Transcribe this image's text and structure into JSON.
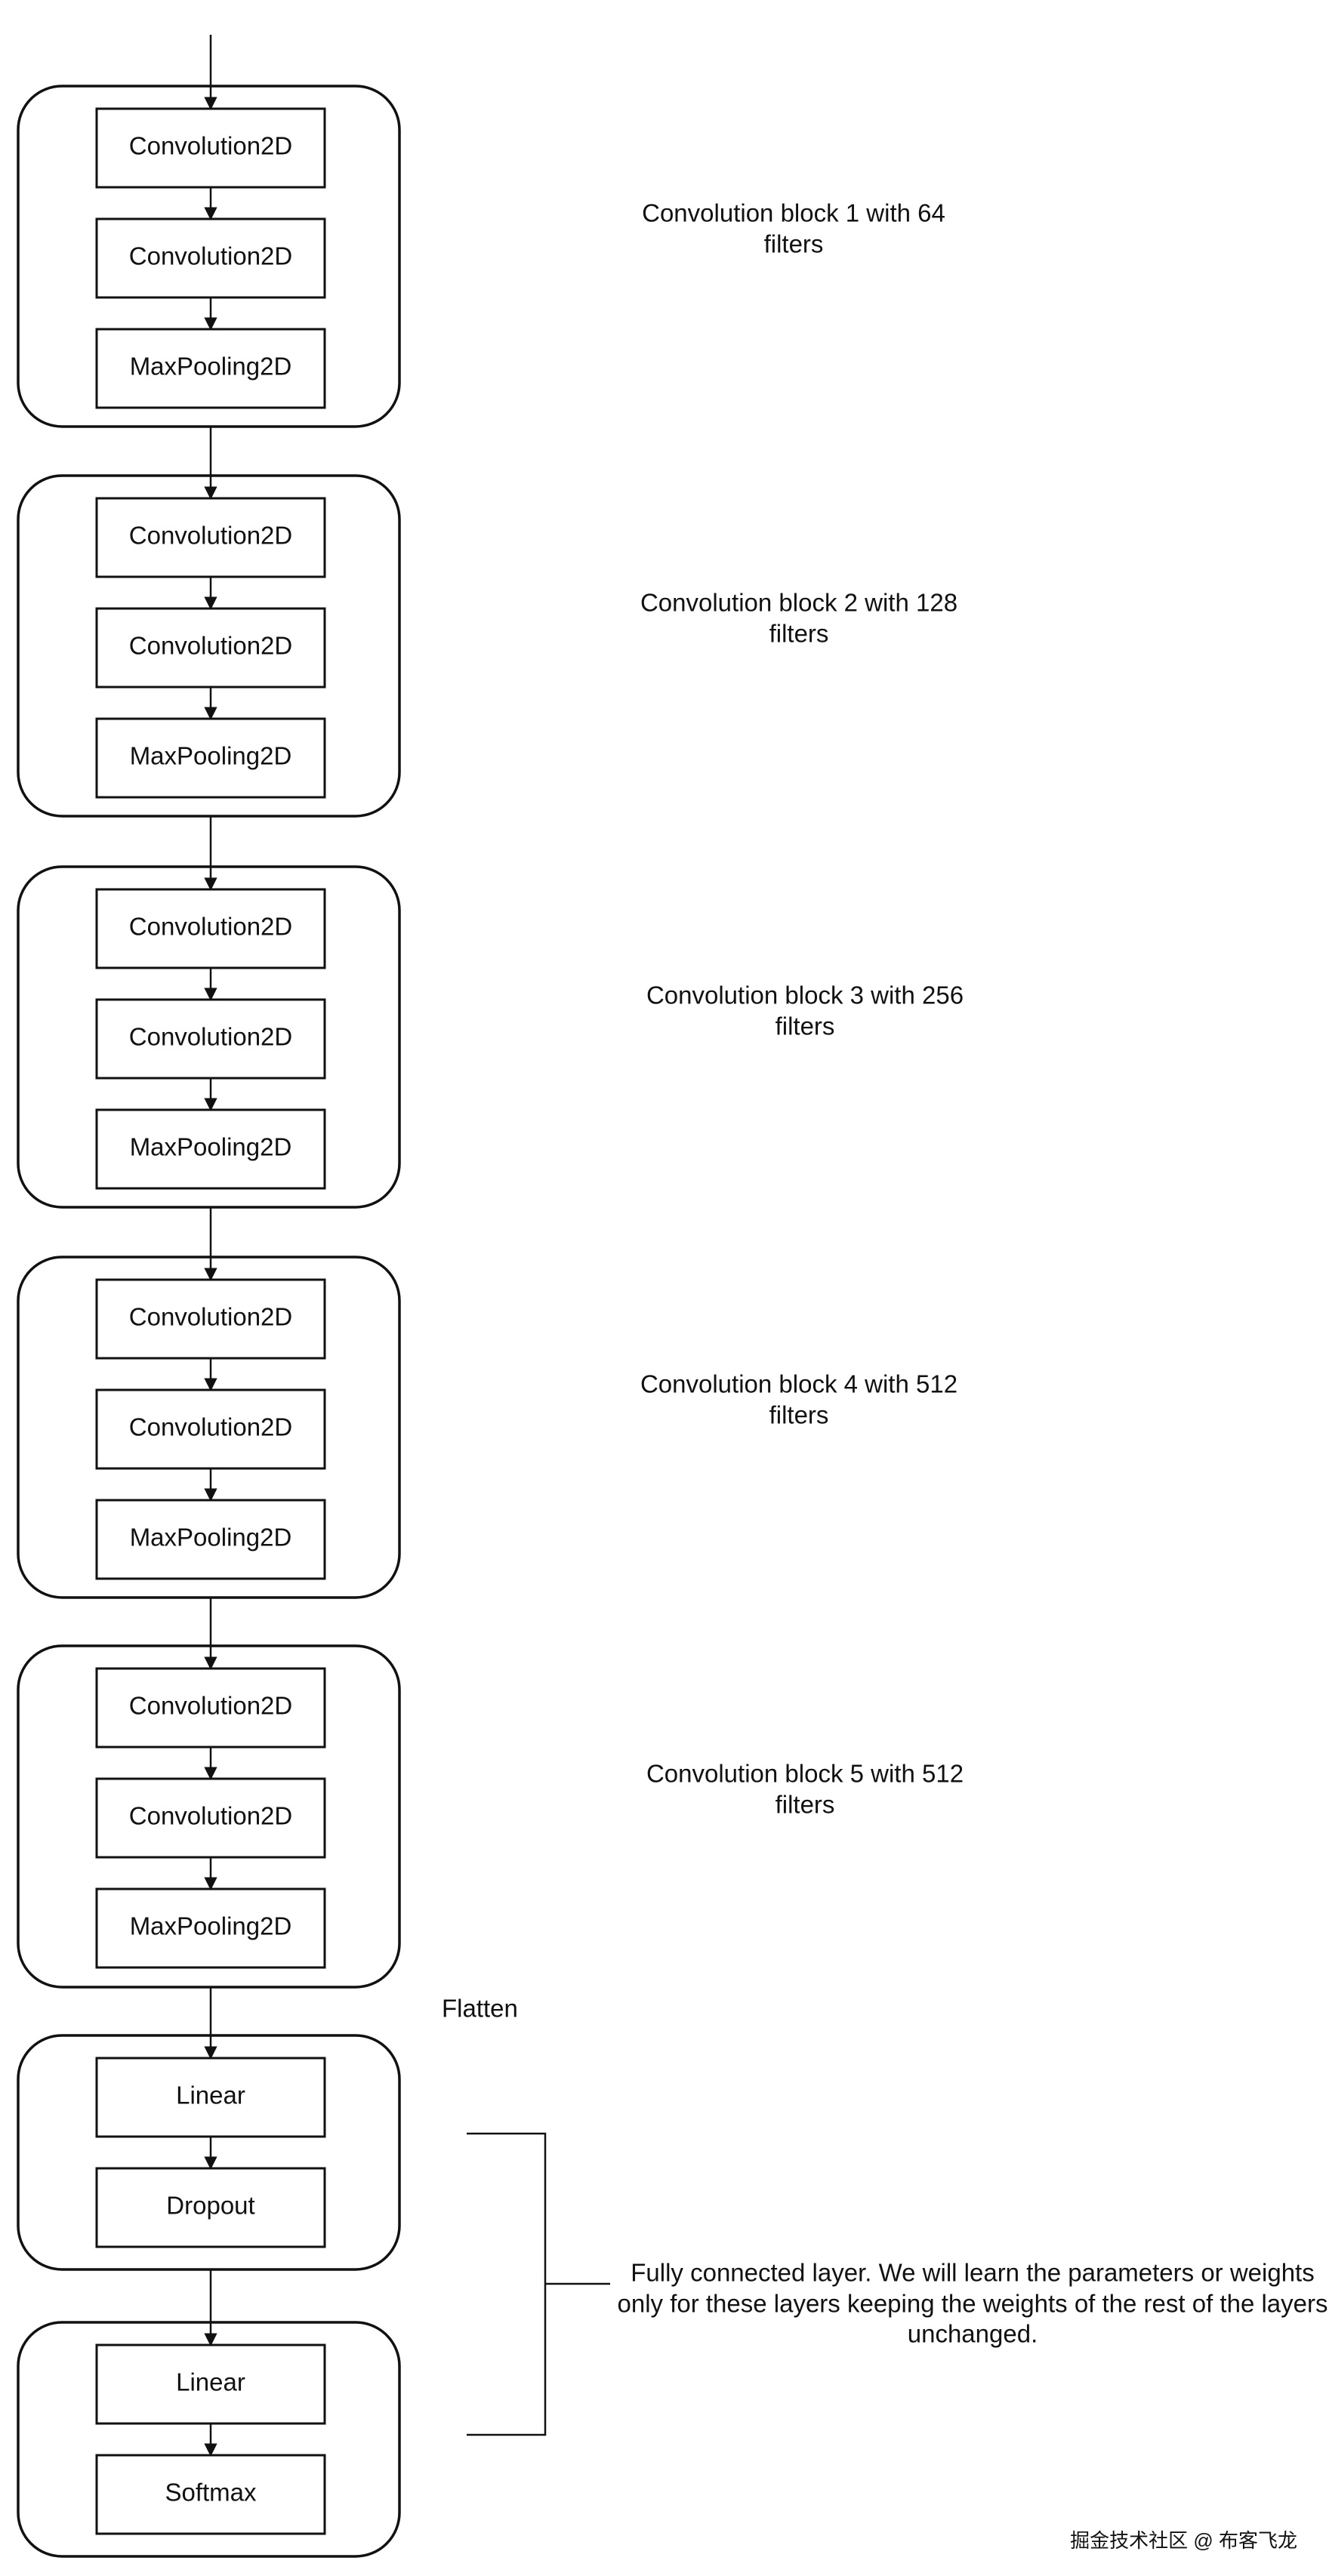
{
  "diagram": {
    "conv_blocks": [
      {
        "layers": [
          "Convolution2D",
          "Convolution2D",
          "MaxPooling2D"
        ],
        "caption": [
          "Convolution block 1 with 64",
          "filters"
        ]
      },
      {
        "layers": [
          "Convolution2D",
          "Convolution2D",
          "MaxPooling2D"
        ],
        "caption": [
          "Convolution block 2 with 128",
          "filters"
        ]
      },
      {
        "layers": [
          "Convolution2D",
          "Convolution2D",
          "MaxPooling2D"
        ],
        "caption": [
          "Convolution block 3 with 256",
          "filters"
        ]
      },
      {
        "layers": [
          "Convolution2D",
          "Convolution2D",
          "MaxPooling2D"
        ],
        "caption": [
          "Convolution block 4 with 512",
          "filters"
        ]
      },
      {
        "layers": [
          "Convolution2D",
          "Convolution2D",
          "MaxPooling2D"
        ],
        "caption": [
          "Convolution block 5 with 512",
          "filters"
        ]
      }
    ],
    "flatten_label": "Flatten",
    "fc_blocks": [
      {
        "layers": [
          "Linear",
          "Dropout"
        ]
      },
      {
        "layers": [
          "Linear",
          "Softmax"
        ]
      }
    ],
    "fc_caption": [
      "Fully connected layer. We will learn the parameters or weights",
      "only for these layers keeping the weights of the rest of the layers",
      "unchanged."
    ]
  },
  "watermark": "掘金技术社区 @ 布客飞龙"
}
